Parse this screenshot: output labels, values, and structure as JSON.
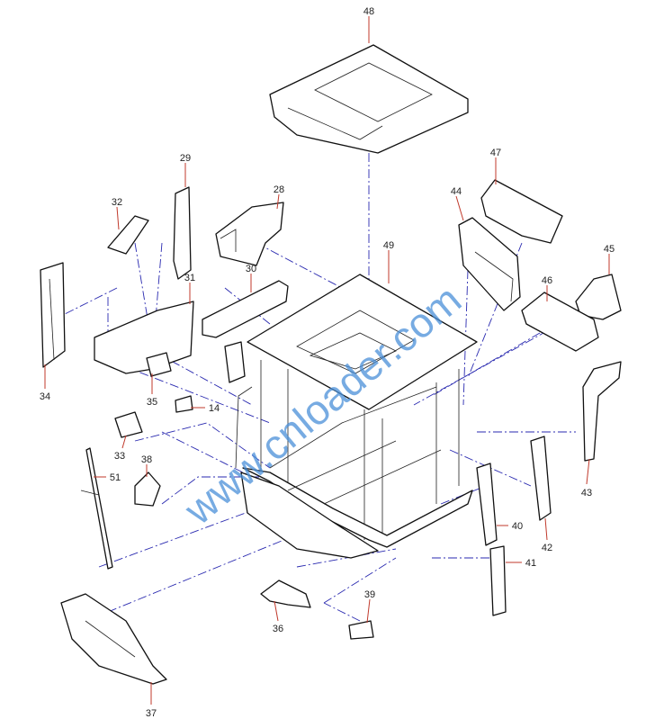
{
  "diagram": {
    "title": "Cab exploded view",
    "watermark": "www.cnloader.com",
    "callouts": [
      "48",
      "29",
      "28",
      "32",
      "44",
      "47",
      "45",
      "49",
      "30",
      "31",
      "46",
      "34",
      "35",
      "14",
      "33",
      "38",
      "51",
      "43",
      "40",
      "42",
      "41",
      "39",
      "36",
      "37"
    ],
    "colors": {
      "leader": "#c0392b",
      "assembly_line": "#2a2ab0",
      "watermark": "#4a90d9"
    }
  }
}
